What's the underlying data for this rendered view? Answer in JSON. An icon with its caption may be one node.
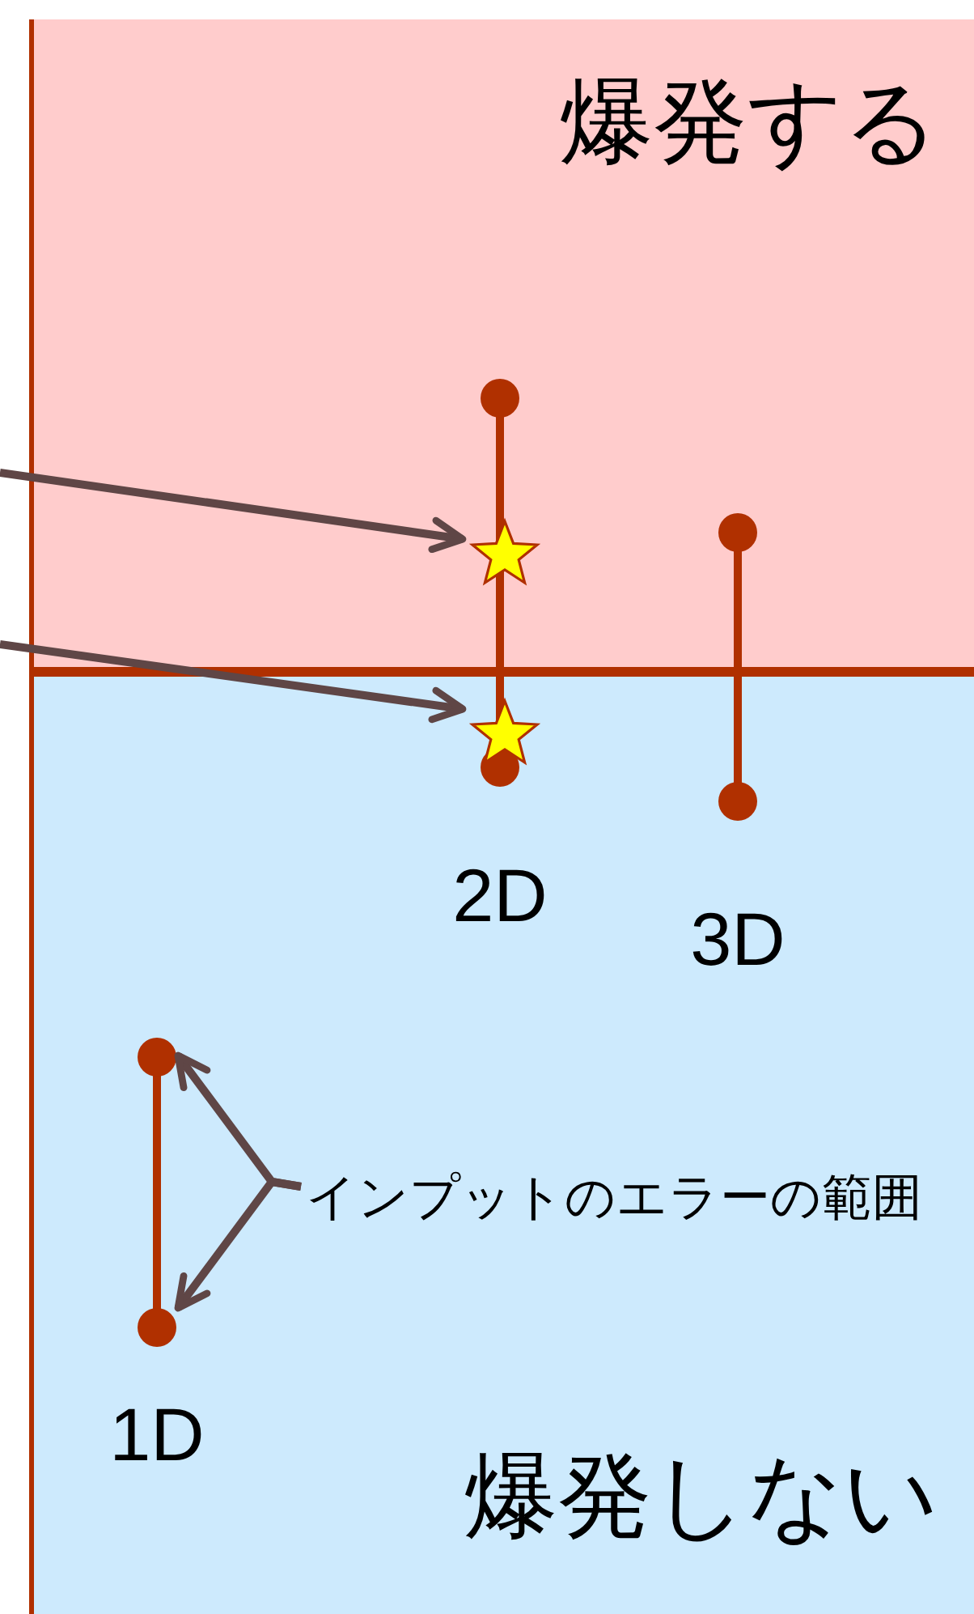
{
  "diagram": {
    "nodes": [
      {
        "text": [
          "爆発する"
        ]
      },
      {
        "text": [],
        "shape": "star",
        "in": 0
      },
      {
        "text": [],
        "shape": "bar",
        "beside": [
          "2D"
        ]
      },
      {
        "text": [],
        "shape": "bar",
        "beside": [
          "3D"
        ]
      },
      {
        "text": [
          "爆発しない"
        ]
      },
      {
        "text": [],
        "shape": "star",
        "in": 4
      },
      {
        "text": [
          "インプットのエラーの範囲"
        ],
        "in": 4
      },
      {
        "text": [],
        "shape": "bar",
        "beside": [
          "1D"
        ],
        "in": 4
      }
    ],
    "edges": [
      {
        "from": null,
        "to": 1,
        "arrow": "to"
      },
      {
        "from": null,
        "to": 5,
        "arrow": "to"
      },
      {
        "from": 6,
        "to": 7,
        "arrow": "to"
      },
      {
        "from": 6,
        "to": 7,
        "arrow": "to"
      }
    ]
  }
}
